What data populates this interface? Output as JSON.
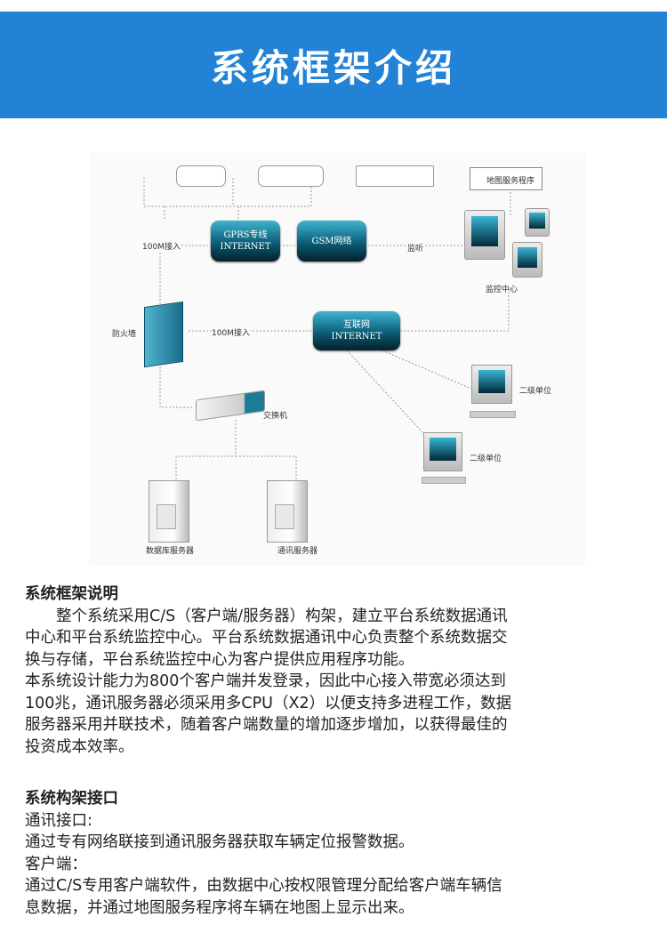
{
  "header": {
    "title": "系统框架介绍"
  },
  "diagram": {
    "map_service": "地图服务程序",
    "gprs": {
      "line1": "GPRS专线",
      "line2": "INTERNET"
    },
    "gsm": "GSM网络",
    "internet": {
      "line1": "互联网",
      "line2": "INTERNET"
    },
    "access1": "100M接入",
    "access2": "100M接入",
    "listen": "监听",
    "monitor_center": "监控中心",
    "firewall": "防火墙",
    "switch": "交换机",
    "sub_unit1": "二级单位",
    "sub_unit2": "二级单位",
    "db_server": "数据库服务器",
    "comm_server": "通讯服务器"
  },
  "section1": {
    "title": "系统框架说明",
    "lines": [
      "　　整个系统采用C/S（客户端/服务器）构架，建立平台系统数据通讯",
      "中心和平台系统监控中心。平台系统数据通讯中心负责整个系统数据交",
      "换与存储，平台系统监控中心为客户提供应用程序功能。",
      "本系统设计能力为800个客户端并发登录，因此中心接入带宽必须达到",
      "100兆，通讯服务器必须采用多CPU（X2）以便支持多进程工作，数据",
      "服务器采用并联技术，随着客户端数量的增加逐步增加，以获得最佳的",
      "投资成本效率。"
    ]
  },
  "section2": {
    "title": "系统构架接口",
    "lines": [
      "通讯接口:",
      "通过专有网络联接到通讯服务器获取车辆定位报警数据。",
      "客户端：",
      "通过C/S专用客户端软件，由数据中心按权限管理分配给客户端车辆信",
      "息数据，并通过地图服务程序将车辆在地图上显示出来。"
    ]
  }
}
